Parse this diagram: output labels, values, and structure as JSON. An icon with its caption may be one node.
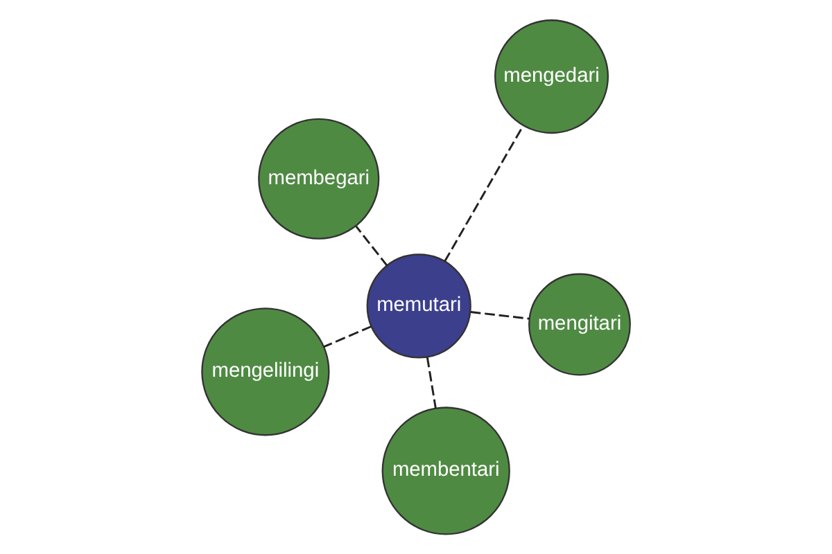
{
  "diagram": {
    "nodes": [
      {
        "text": [
          "mengedari"
        ]
      },
      {
        "text": [
          "memutari"
        ]
      },
      {
        "text": [
          "membegari"
        ]
      },
      {
        "text": [
          "membentari"
        ]
      },
      {
        "text": [
          "mengelilingi"
        ]
      },
      {
        "text": [
          "mengitari"
        ]
      }
    ],
    "edges": [
      {
        "from": 1,
        "to": 0,
        "arrow": "none",
        "style": "dashed"
      },
      {
        "from": 1,
        "to": 2,
        "arrow": "none",
        "style": "dashed"
      },
      {
        "from": 1,
        "to": 3,
        "arrow": "none",
        "style": "dashed"
      },
      {
        "from": 1,
        "to": 4,
        "arrow": "none",
        "style": "dashed"
      },
      {
        "from": 1,
        "to": 5,
        "arrow": "none",
        "style": "dashed"
      }
    ]
  }
}
